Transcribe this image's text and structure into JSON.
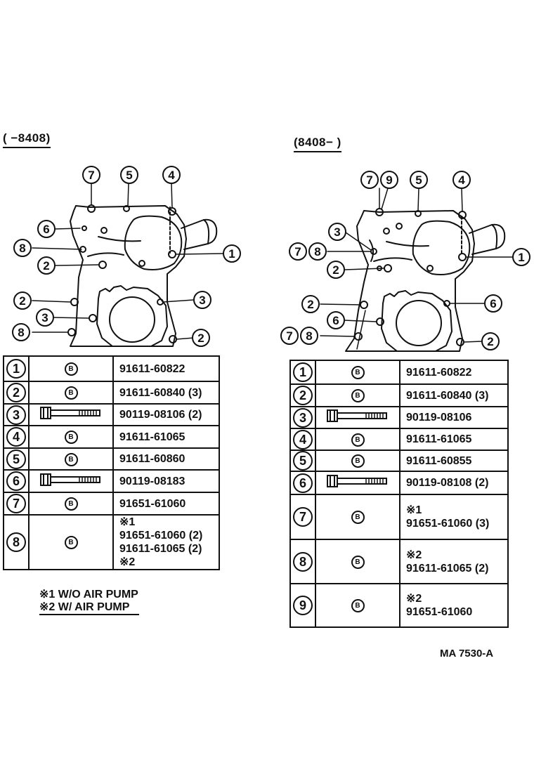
{
  "left": {
    "range": "(     −8408)",
    "callouts": [
      {
        "id": "l-c7",
        "n": "7"
      },
      {
        "id": "l-c5",
        "n": "5"
      },
      {
        "id": "l-c4",
        "n": "4"
      },
      {
        "id": "l-c6",
        "n": "6"
      },
      {
        "id": "l-c8a",
        "n": "8"
      },
      {
        "id": "l-c1",
        "n": "1"
      },
      {
        "id": "l-c2a",
        "n": "2"
      },
      {
        "id": "l-c2b",
        "n": "2"
      },
      {
        "id": "l-c3a",
        "n": "3"
      },
      {
        "id": "l-c3b",
        "n": "3"
      },
      {
        "id": "l-c8b",
        "n": "8"
      },
      {
        "id": "l-c2c",
        "n": "2"
      }
    ],
    "rows": [
      {
        "num": "1",
        "icon": "B",
        "lines": [
          "91611-60822"
        ]
      },
      {
        "num": "2",
        "icon": "B",
        "lines": [
          "91611-60840 (3)"
        ]
      },
      {
        "num": "3",
        "icon": "bolt",
        "lines": [
          "90119-08106 (2)"
        ]
      },
      {
        "num": "4",
        "icon": "B",
        "lines": [
          "91611-61065"
        ]
      },
      {
        "num": "5",
        "icon": "B",
        "lines": [
          "91611-60860"
        ]
      },
      {
        "num": "6",
        "icon": "bolt",
        "lines": [
          "90119-08183"
        ]
      },
      {
        "num": "7",
        "icon": "B",
        "lines": [
          "91651-61060"
        ]
      },
      {
        "num": "8",
        "icon": "B",
        "lines": [
          "※1",
          "91651-61060 (2)",
          "91611-61065 (2)",
          "※2"
        ]
      }
    ],
    "notes": [
      "※1  W/O AIR  PUMP",
      "※2  W/ AIR  PUMP"
    ]
  },
  "right": {
    "range": "(8408−      )",
    "callouts": [
      {
        "id": "r-c7",
        "n": "7"
      },
      {
        "id": "r-c9",
        "n": "9"
      },
      {
        "id": "r-c5",
        "n": "5"
      },
      {
        "id": "r-c4",
        "n": "4"
      },
      {
        "id": "r-c3",
        "n": "3"
      },
      {
        "id": "r-c7b",
        "n": "7"
      },
      {
        "id": "r-c8",
        "n": "8"
      },
      {
        "id": "r-c1",
        "n": "1"
      },
      {
        "id": "r-c2a",
        "n": "2"
      },
      {
        "id": "r-c2b",
        "n": "2"
      },
      {
        "id": "r-c6a",
        "n": "6"
      },
      {
        "id": "r-c6b",
        "n": "6"
      },
      {
        "id": "r-c7c",
        "n": "7"
      },
      {
        "id": "r-c8b",
        "n": "8"
      },
      {
        "id": "r-c2c",
        "n": "2"
      }
    ],
    "rows": [
      {
        "num": "1",
        "icon": "B",
        "lines": [
          "91611-60822"
        ]
      },
      {
        "num": "2",
        "icon": "B",
        "lines": [
          "91611-60840 (3)"
        ]
      },
      {
        "num": "3",
        "icon": "bolt",
        "lines": [
          "90119-08106"
        ]
      },
      {
        "num": "4",
        "icon": "B",
        "lines": [
          "91611-61065"
        ]
      },
      {
        "num": "5",
        "icon": "B",
        "lines": [
          "91611-60855"
        ]
      },
      {
        "num": "6",
        "icon": "bolt",
        "lines": [
          "90119-08108 (2)"
        ]
      },
      {
        "num": "7",
        "icon": "B",
        "lines": [
          "※1",
          "91651-61060 (3)"
        ]
      },
      {
        "num": "8",
        "icon": "B",
        "lines": [
          "※2",
          "91611-61065 (2)"
        ]
      },
      {
        "num": "9",
        "icon": "B",
        "lines": [
          "※2",
          "91651-61060"
        ]
      }
    ]
  },
  "flange_bolt_symbol": "B",
  "code": "MA  7530-A"
}
